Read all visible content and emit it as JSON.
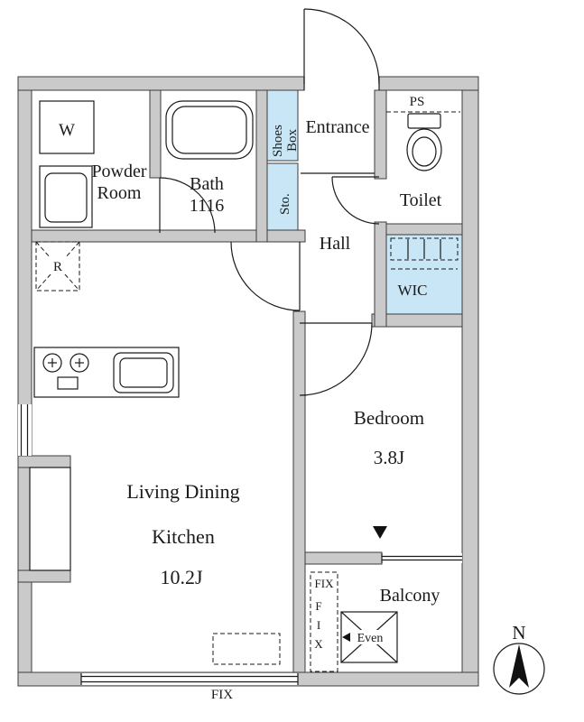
{
  "plan": {
    "colors": {
      "wall": "#cacaca",
      "closet": "#c8e6f6",
      "line": "#1a1a1a"
    },
    "labels": {
      "powder_1": "Powder",
      "powder_2": "Room",
      "bath_1": "Bath",
      "bath_2": "1116",
      "shoes_1": "Shoes",
      "shoes_2": "Box",
      "sto": "Sto.",
      "entrance": "Entrance",
      "ps": "PS",
      "toilet": "Toilet",
      "hall": "Hall",
      "wic": "WIC",
      "washer": "W",
      "fridge": "R",
      "ldk_1": "Living Dining",
      "ldk_2": "Kitchen",
      "ldk_3": "10.2J",
      "bedroom_1": "Bedroom",
      "bedroom_2": "3.8J",
      "balcony": "Balcony",
      "hatch": "Even",
      "fix_bottom": "FIX",
      "fix_balcony": "FIX",
      "fix_v": [
        "F",
        "I",
        "X"
      ],
      "north": "N"
    }
  }
}
